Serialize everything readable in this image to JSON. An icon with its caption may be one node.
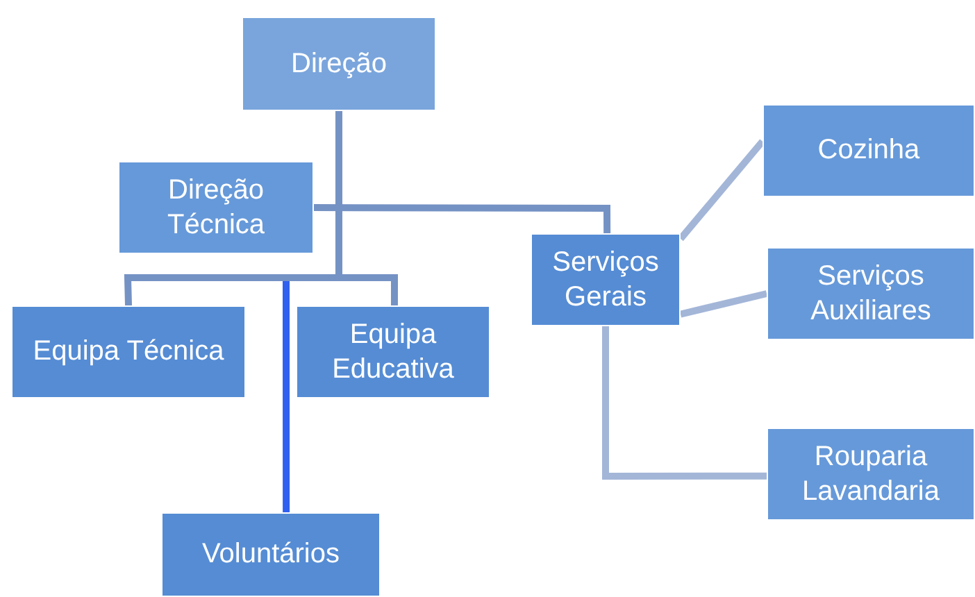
{
  "diagram": {
    "nodes": [
      {
        "text": [
          "Direção"
        ]
      },
      {
        "text": [
          "Direção Técnica"
        ]
      },
      {
        "text": [
          "Equipa Técnica"
        ]
      },
      {
        "text": [
          "Equipa Educativa"
        ]
      },
      {
        "text": [
          "Voluntários"
        ]
      },
      {
        "text": [
          "Serviços Gerais"
        ]
      },
      {
        "text": [
          "Cozinha"
        ]
      },
      {
        "text": [
          "Serviços Auxiliares"
        ]
      },
      {
        "text": [
          "Rouparia Lavandaria"
        ]
      }
    ],
    "edges": [
      {
        "from": 0,
        "to": 2,
        "arrow": "none"
      },
      {
        "from": 0,
        "to": 3,
        "arrow": "none"
      },
      {
        "from": 0,
        "to": 4,
        "arrow": "none",
        "color": "#3060f0"
      },
      {
        "from": 1,
        "to": 5,
        "arrow": "none"
      },
      {
        "from": 5,
        "to": 6,
        "arrow": "none",
        "color": "#a3b6d8"
      },
      {
        "from": 5,
        "to": 7,
        "arrow": "none",
        "color": "#a3b6d8"
      },
      {
        "from": 5,
        "to": 8,
        "arrow": "none",
        "color": "#a3b6d8"
      }
    ]
  }
}
